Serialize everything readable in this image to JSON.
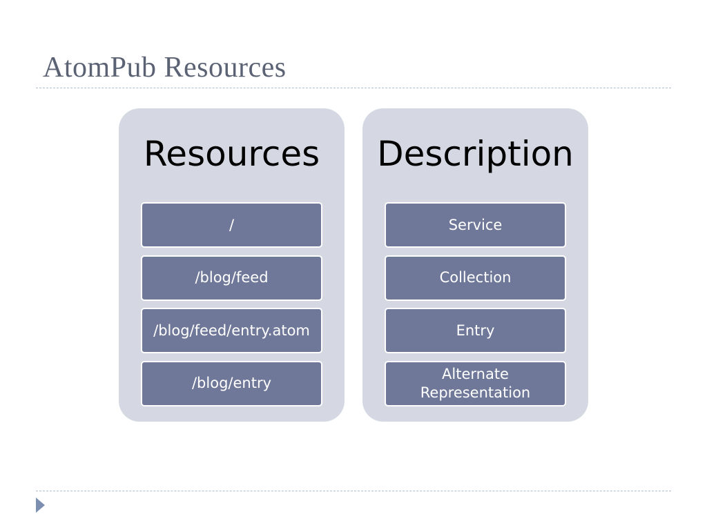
{
  "slide": {
    "title": "AtomPub Resources"
  },
  "diagram": {
    "columns": [
      {
        "heading": "Resources",
        "items": [
          "/",
          "/blog/feed",
          "/blog/feed/entry.atom",
          "/blog/entry"
        ]
      },
      {
        "heading": "Description",
        "items": [
          "Service",
          "Collection",
          "Entry",
          "Alternate\nRepresentation"
        ]
      }
    ]
  },
  "colors": {
    "panel": "#d5d8e2",
    "box": "#6f7899",
    "title": "#5a6274",
    "accent": "#7c8fb0"
  },
  "icons": {
    "footer": "triangle-right-icon"
  }
}
